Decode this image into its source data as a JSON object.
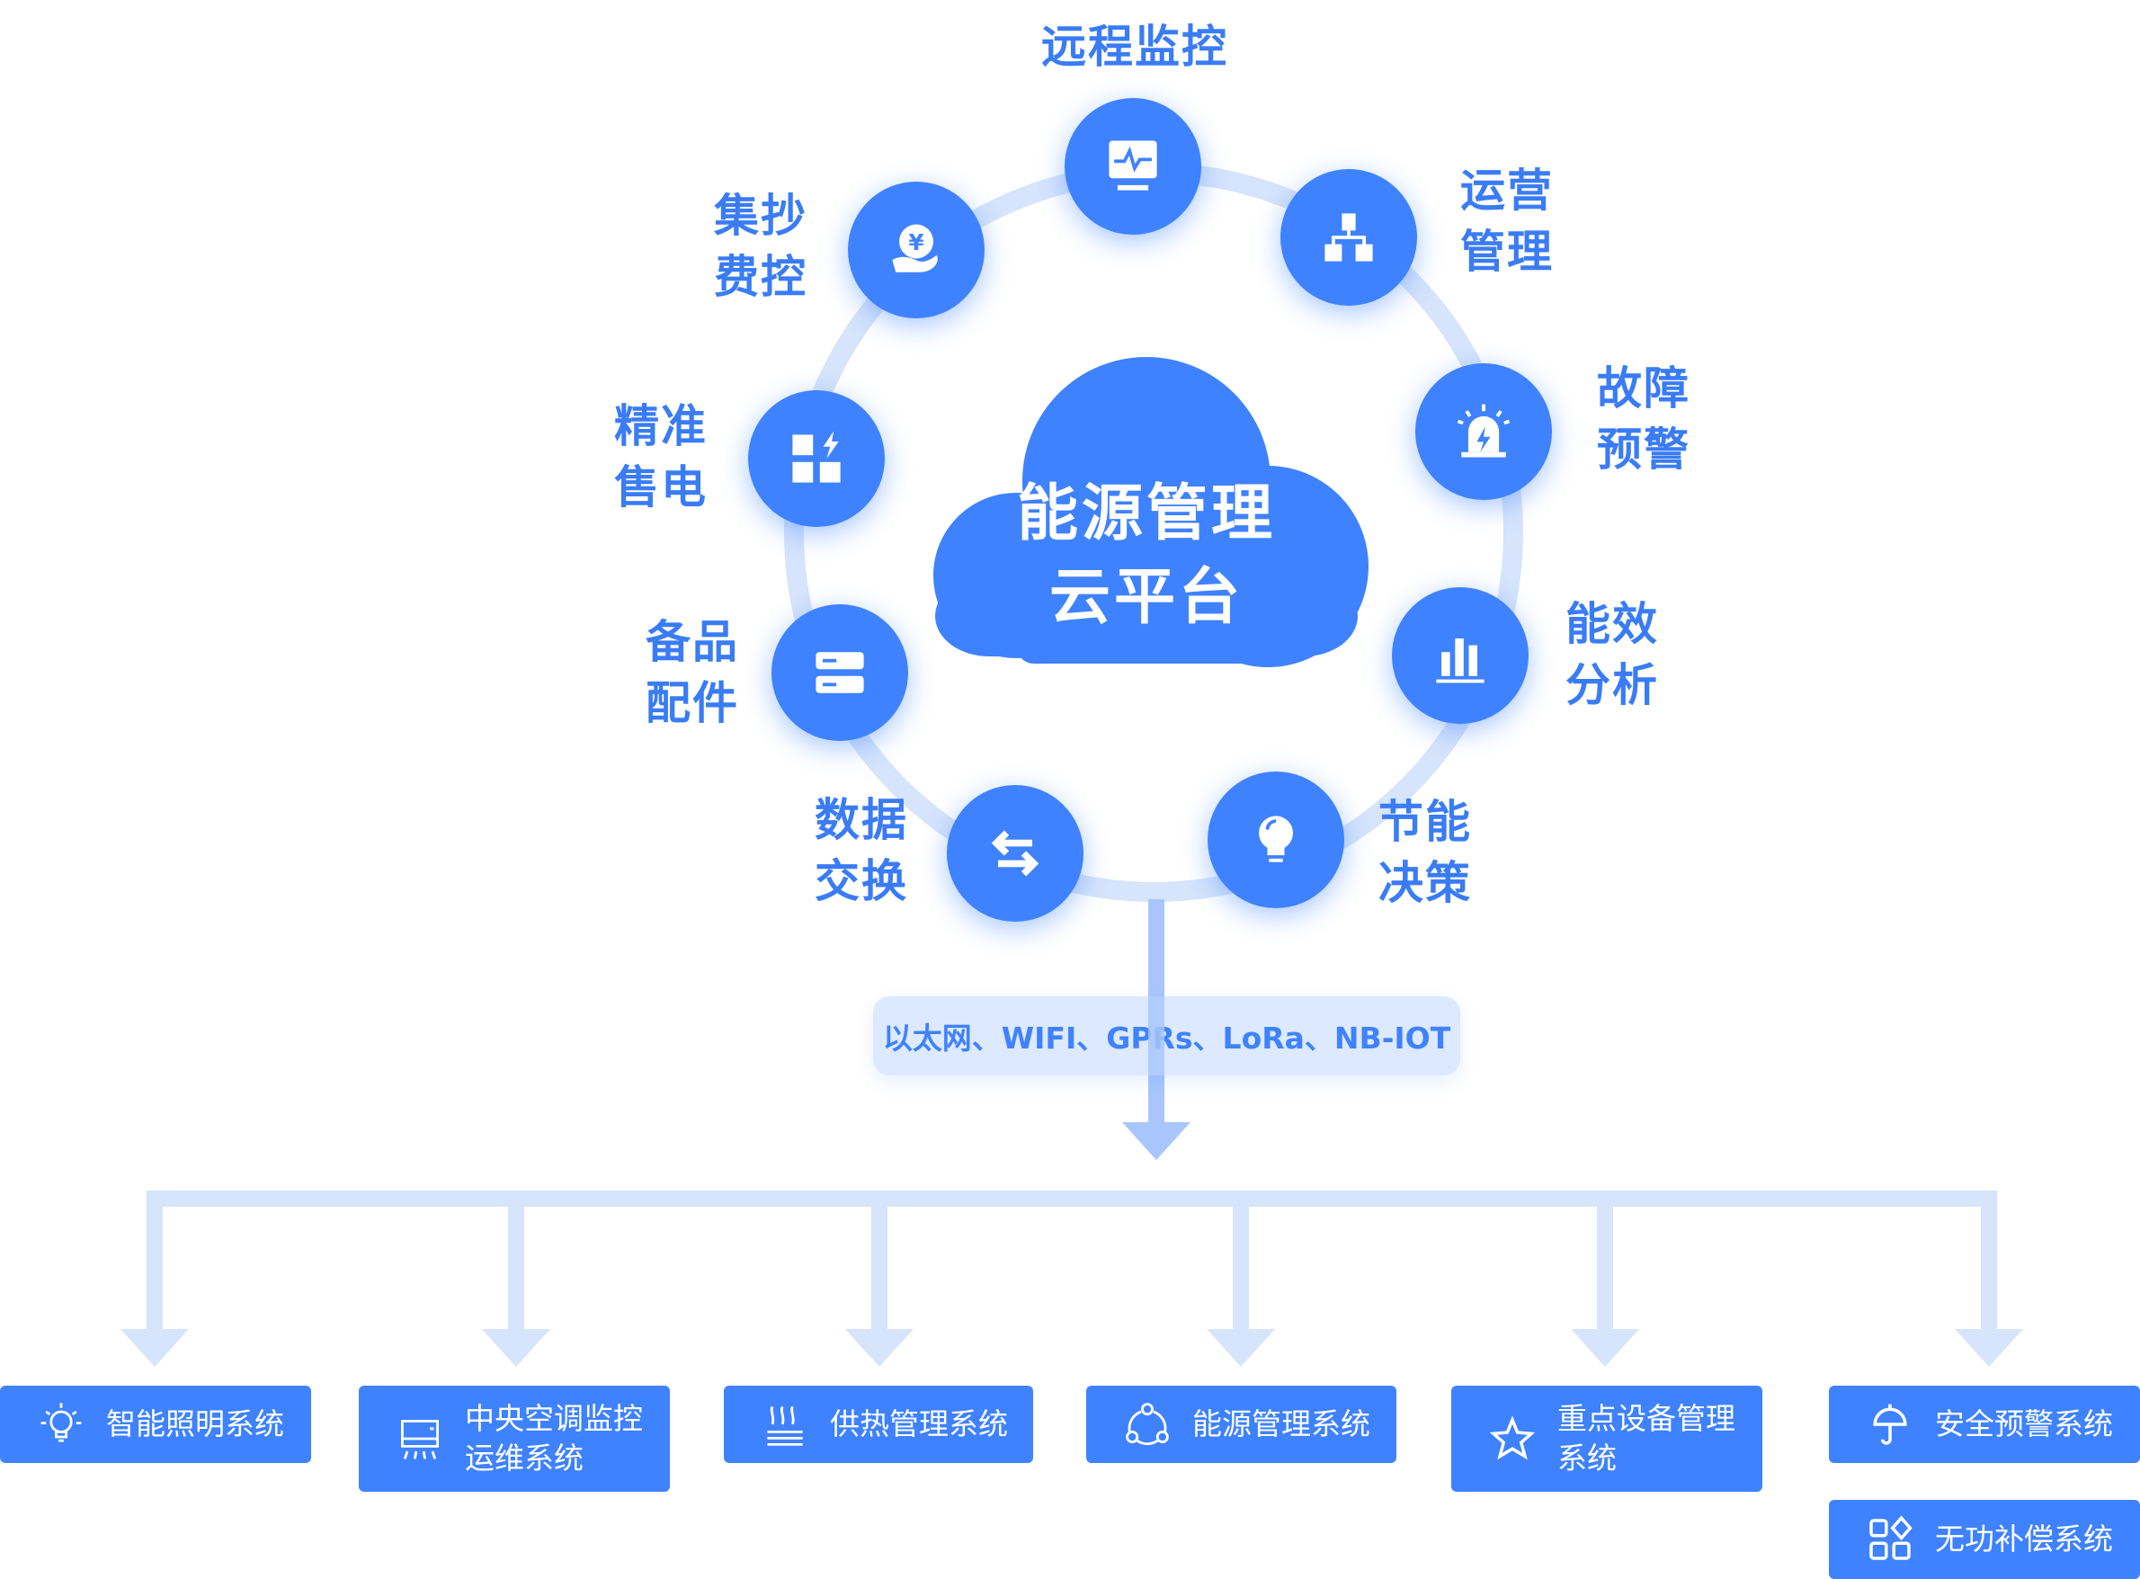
{
  "colors": {
    "primary": "#3f82ff",
    "ring": "#d6e4fc",
    "label": "#3a7cf5",
    "protocol_bg": "#dde9fe",
    "connector": "#d6e4fc"
  },
  "center": {
    "line1": "能源管理",
    "line2": "云平台"
  },
  "ring_nodes": [
    {
      "icon": "monitor-pulse-icon",
      "lines": [
        "远程监控"
      ]
    },
    {
      "icon": "org-chart-icon",
      "lines": [
        "运营",
        "管理"
      ]
    },
    {
      "icon": "alarm-light-icon",
      "lines": [
        "故障",
        "预警"
      ]
    },
    {
      "icon": "bar-chart-icon",
      "lines": [
        "能效",
        "分析"
      ]
    },
    {
      "icon": "lightbulb-icon",
      "lines": [
        "节能",
        "决策"
      ]
    },
    {
      "icon": "swap-arrows-icon",
      "lines": [
        "数据",
        "交换"
      ]
    },
    {
      "icon": "server-icon",
      "lines": [
        "备品",
        "配件"
      ]
    },
    {
      "icon": "grid-lightning-icon",
      "lines": [
        "精准",
        "售电"
      ]
    },
    {
      "icon": "yuan-hand-icon",
      "lines": [
        "集抄",
        "费控"
      ]
    }
  ],
  "protocol": "以太网、WIFI、GPRs、LoRa、NB-IOT",
  "systems": [
    {
      "icon": "lightbulb-icon",
      "lines": [
        "智能照明系统"
      ]
    },
    {
      "icon": "air-conditioner-icon",
      "lines": [
        "中央空调监控",
        "运维系统"
      ]
    },
    {
      "icon": "heating-icon",
      "lines": [
        "供热管理系统"
      ]
    },
    {
      "icon": "energy-cycle-icon",
      "lines": [
        "能源管理系统"
      ]
    },
    {
      "icon": "star-icon",
      "lines": [
        "重点设备管理",
        "系统"
      ]
    },
    {
      "icon": "umbrella-icon",
      "lines": [
        "安全预警系统"
      ]
    },
    {
      "icon": "apps-icon",
      "lines": [
        "无功补偿系统"
      ]
    }
  ]
}
